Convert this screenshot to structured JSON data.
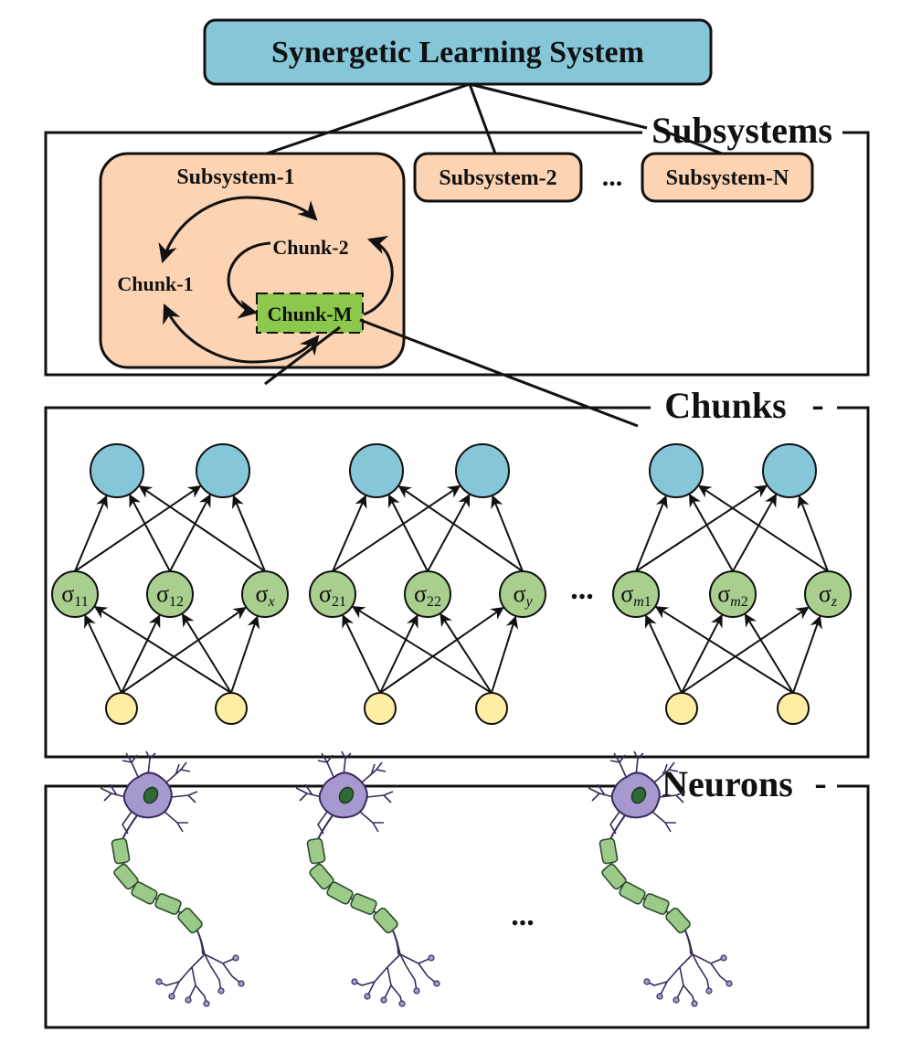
{
  "title": "Synergetic Learning System",
  "labels": {
    "subsystems": "Subsystems",
    "subsystems_dash": "-",
    "chunks": "Chunks",
    "chunks_dash": "-",
    "neurons": "Neurons",
    "neurons_dash": "-"
  },
  "subsystems": {
    "subsystem_1": "Subsystem-1",
    "subsystem_2": "Subsystem-2",
    "ellipsis": "...",
    "subsystem_n": "Subsystem-N",
    "chunk_1": "Chunk-1",
    "chunk_2": "Chunk-2",
    "chunk_m": "Chunk-M"
  },
  "networks": [
    {
      "hidden": [
        {
          "base": "σ",
          "sub": "11",
          "italic": false
        },
        {
          "base": "σ",
          "sub": "12",
          "italic": false
        },
        {
          "base": "σ",
          "sub": "x",
          "italic": true
        }
      ]
    },
    {
      "hidden": [
        {
          "base": "σ",
          "sub": "21",
          "italic": false
        },
        {
          "base": "σ",
          "sub": "22",
          "italic": false
        },
        {
          "base": "σ",
          "sub": "y",
          "italic": true
        }
      ]
    },
    {
      "hidden": [
        {
          "base": "σ",
          "sub_italic": "m",
          "sub_rest": "1"
        },
        {
          "base": "σ",
          "sub_italic": "m",
          "sub_rest": "2"
        },
        {
          "base": "σ",
          "sub": "z",
          "italic": true
        }
      ]
    }
  ],
  "networks_ellipsis": "...",
  "neurons_ellipsis": "...",
  "colors": {
    "title_fill": "#86c6d9",
    "subsystem_fill": "#fcd3b3",
    "chunk_m_fill": "#8cc84b",
    "output_node": "#86c6d9",
    "hidden_node": "#a9cf8f",
    "input_node": "#fdeea4",
    "neuron_body": "#a898d0",
    "neuron_nucleus": "#2f6a35",
    "myelin": "#9ccb89"
  },
  "icons": [
    "neuron-icon",
    "arrow-icon"
  ]
}
